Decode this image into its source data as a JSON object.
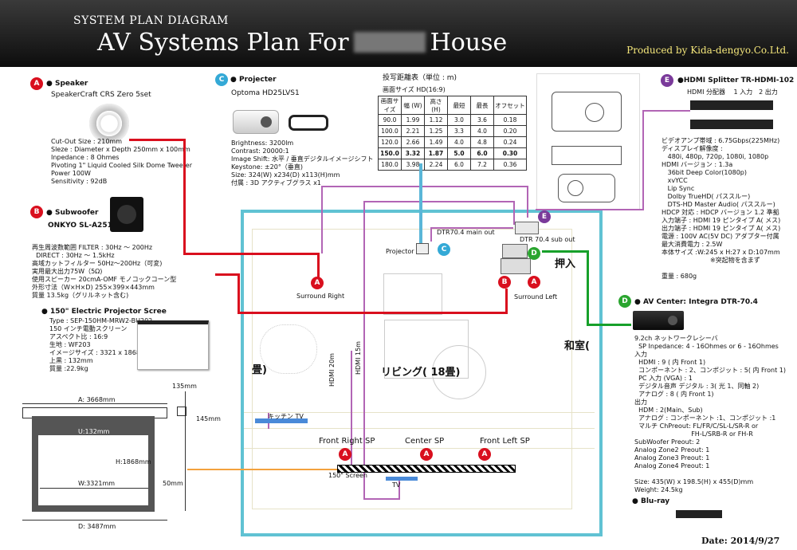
{
  "header": {
    "subtitle": "SYSTEM PLAN DIAGRAM",
    "title_left": "AV Systems Plan For",
    "title_right": "House",
    "produced_by": "Produced by Kida-dengyo.Co.Ltd."
  },
  "speaker": {
    "badge": "A",
    "heading": "● Speaker",
    "model": "SpeakerCraft CRS Zero 5set",
    "specs": "Cut-Out Size : 210mm\nSleze : Diameter x Depth 250mm x 100mm\nInpedance : 8 Ohmes\nPivoting 1\" Liquid Cooled Silk Dome Tweeter\nPower 100W\nSensitivity : 92dB"
  },
  "subwoofer": {
    "badge": "B",
    "heading": "● Subwoofer",
    "model": "ONKYO SL-A251",
    "specs": "再生周波数範囲 FILTER : 30Hz ～ 200Hz\n  DIRECT : 30Hz ～ 1.5kHz\n高域カットフィルター 50Hz～200Hz（可変)\n実用最大出力75W（5Ω)\n使用スピーカー 20cmA-OMF モノコックコーン型\n外形寸法（W×H×D) 255×399×443mm\n質量 13.5kg（グリルネット含む)"
  },
  "screen": {
    "heading": "● 150\" Electric Projector Scree",
    "specs": "Type : SEP-150HM-MRW2-BU202\n150 インチ電動スクリーン\nアスペクト比 : 16:9\n生地 : WF203\nイメージサイズ : 3321 x 1868\n上黒 : 132mm\n質量 :22.9kg",
    "dim_a": "A: 3668mm",
    "dim_u": "U:132mm",
    "dim_h": "H:1868mm",
    "dim_w": "W:3321mm",
    "dim_50": "50mm",
    "dim_d": "D: 3487mm",
    "dim_135": "135mm",
    "dim_145": "145mm"
  },
  "projector": {
    "badge": "C",
    "heading": "● Projecter",
    "model": "Optoma HD25LVS1",
    "specs": "Brightness: 3200lm\nContrast: 20000:1\nImage Shift: 水平 / 垂直デジタルイメージシフト\nKeystone: ±20°（垂直)\nSize: 324(W) x234(D) x113(H)mm\n付属 : 3D アクティブグラス x1"
  },
  "throw_table": {
    "title": "投写距離表（単位 : m)",
    "subtitle": "画面サイズ HD(16:9)",
    "headers": [
      "画面サイズ",
      "幅 (W)",
      "高さ (H)",
      "最短",
      "最長",
      "オフセット"
    ],
    "rows": [
      [
        "90.0",
        "1.99",
        "1.12",
        "3.0",
        "3.6",
        "0.18"
      ],
      [
        "100.0",
        "2.21",
        "1.25",
        "3.3",
        "4.0",
        "0.20"
      ],
      [
        "120.0",
        "2.66",
        "1.49",
        "4.0",
        "4.8",
        "0.24"
      ],
      [
        "150.0",
        "3.32",
        "1.87",
        "5.0",
        "6.0",
        "0.30"
      ],
      [
        "180.0",
        "3.98",
        "2.24",
        "6.0",
        "7.2",
        "0.36"
      ]
    ]
  },
  "splitter": {
    "badge": "E",
    "heading": "●HDMI Splitter  TR-HDMI-102",
    "sub": "HDMI 分配器　 1 入力　2 出力",
    "specs": "ビデオアンプ帯域 : 6.75Gbps(225MHz)\nディスプレイ解像度 :\n   480i, 480p, 720p, 1080i, 1080p\nHDMI バージョン : 1.3a\n   36bit Deep Color(1080p)\n   xvYCC\n   Lip Sync\n   Dolby TrueHD( パススルー)\n   DTS-HD Master Audio( パススルー)\nHDCP 対応 : HDCP バージョン 1.2 準拠\n入力端子 : HDMI 19 ピンタイプ A( メス)\n出力端子 : HDMI 19 ピンタイプ A( メス)\n電源 : 100V AC(5V DC) アダプター付属\n最大消費電力 : 2.5W\n本体サイズ :W:245 x H:27 x D:107mm\n                        ※突起物を含まず\n\n重量 : 680g"
  },
  "av_center": {
    "badge": "D",
    "heading": "● AV Center:  Integra DTR-70.4",
    "specs": "9.2ch ネットワークレシーバ\n  SP Inpedance: 4 - 16Ohmes or 6 - 16Ohmes\n入力\n  HDMI : 9 ( 内 Front 1)\n  コンポーネント : 2、コンポジット : 5( 内 Front 1)\n  PC 入力 (VGA) : 1\n  デジタル音声 デジタル : 3( 光 1、同軸 2)\n  アナログ : 8 ( 内 Front 1)\n出力\n  HDM : 2(Main、Sub)\n  アナログ : コンポーネント :1、コンポジット :1\n  マルチ ChPreout: FL/FR/C/SL-L/SR-R or\n                            FH-L/SRB-R or FH-R\nSubWoofer Preout: 2\nAnalog Zone2 Preout: 1\nAnalog Zone3 Preout: 1\nAnalog Zone4 Preout: 1\n\nSize: 435(W) x 198.5(H) x 455(D)mm\nWeight: 24.5kg",
    "bluray": "● Blu-ray"
  },
  "plan": {
    "main_out": "DTR70.4 main out",
    "sub_out": "DTR 70.4 sub out",
    "projector": "Projector",
    "oshiire": "押入",
    "washitsu": "和室(",
    "tatami": "畳)",
    "living": "リビング( 18畳)",
    "hdmi20": "HDMI 20m",
    "hdmi15": "HDMI 15m",
    "surround_right": "Surround Right",
    "surround_left": "Surround Left",
    "kitchen_tv": "キッチン TV",
    "front_right": "Front Right SP",
    "center": "Center SP",
    "front_left": "Front Left SP",
    "screen150": "150\" Screen",
    "tv": "TV"
  },
  "date": "Date:  2014/9/27"
}
